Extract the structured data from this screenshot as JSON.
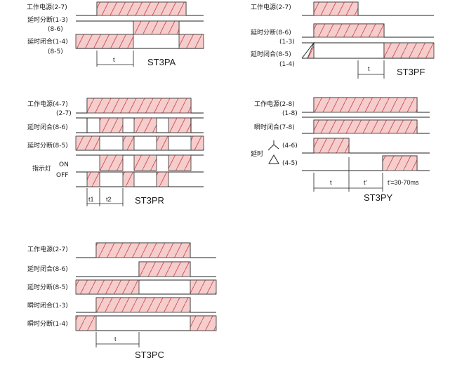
{
  "colors": {
    "fill": "#f6cdcd",
    "hatch": "#cf5a5a",
    "line": "#222222"
  },
  "diagrams": {
    "st3pa": {
      "title": "ST3PA",
      "rows": [
        {
          "label": "工作电源(2-7)"
        },
        {
          "label": "延时分断(1-3)"
        },
        {
          "label": "(8-6)"
        },
        {
          "label": "延时闭合(1-4)"
        },
        {
          "label": "(8-5)"
        }
      ],
      "t_label": "t"
    },
    "st3pf": {
      "title": "ST3PF",
      "rows": [
        {
          "label": "工作电源(2-7)"
        },
        {
          "label": "延时分断(8-6)"
        },
        {
          "label": "(1-3)"
        },
        {
          "label": "延时闭合(8-5)"
        },
        {
          "label": "(1-4)"
        }
      ],
      "t_label": "t"
    },
    "st3pr": {
      "title": "ST3PR",
      "rows": [
        {
          "label": "工作电源(4-7)"
        },
        {
          "label": "(2-7)"
        },
        {
          "label": "延时闭合(8-6)"
        },
        {
          "label": "延时分断(8-5)"
        },
        {
          "label": "指示灯"
        },
        {
          "label": "ON"
        },
        {
          "label": "OFF"
        }
      ],
      "t1_label": "t1",
      "t2_label": "t2"
    },
    "st3py": {
      "title": "ST3PY",
      "rows": [
        {
          "label": "工作电源(2-8)"
        },
        {
          "label": "(1-8)"
        },
        {
          "label": "瞬时闭合(7-8)"
        },
        {
          "label": "延时"
        },
        {
          "label": "(4-6)"
        },
        {
          "label": "(4-5)"
        }
      ],
      "t_label": "t",
      "t_prime_label": "t′",
      "t_prime_note": "t′=30-70ms"
    },
    "st3pc": {
      "title": "ST3PC",
      "rows": [
        {
          "label": "工作电源(2-7)"
        },
        {
          "label": "延时闭合(8-6)"
        },
        {
          "label": "延时分断(8-5)"
        },
        {
          "label": "瞬时闭合(1-3)"
        },
        {
          "label": "瞬时分断(1-4)"
        }
      ],
      "t_label": "t"
    }
  }
}
